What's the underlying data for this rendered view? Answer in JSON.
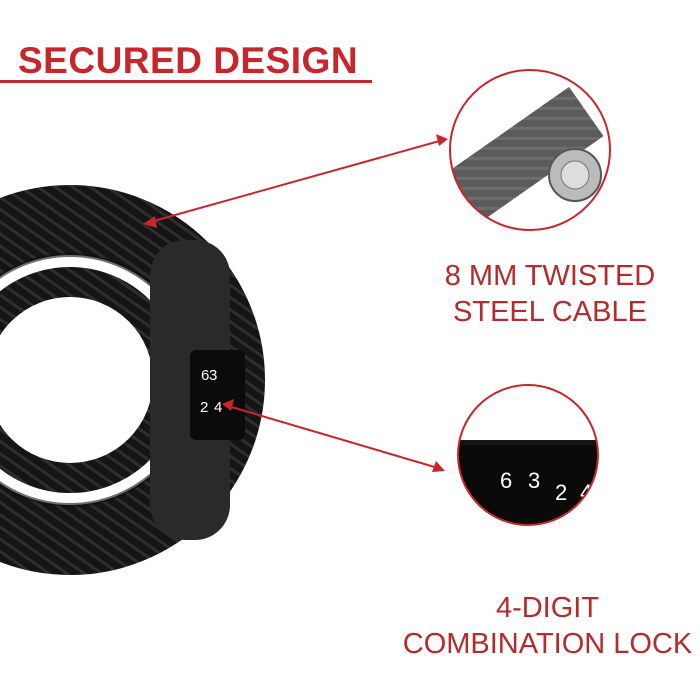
{
  "heading": {
    "title": "SECURED DESIGN"
  },
  "features": [
    {
      "caption_line1": "8 MM TWISTED",
      "caption_line2": "STEEL CABLE",
      "icon": "steel-cable-closeup"
    },
    {
      "caption_line1": "4-DIGIT",
      "caption_line2": "COMBINATION LOCK",
      "icon": "combination-lock-closeup"
    }
  ],
  "lock": {
    "digits": [
      "6",
      "3",
      "2",
      "4"
    ]
  },
  "colors": {
    "accent": "#c8262b",
    "cable": "#1a1a1a"
  }
}
